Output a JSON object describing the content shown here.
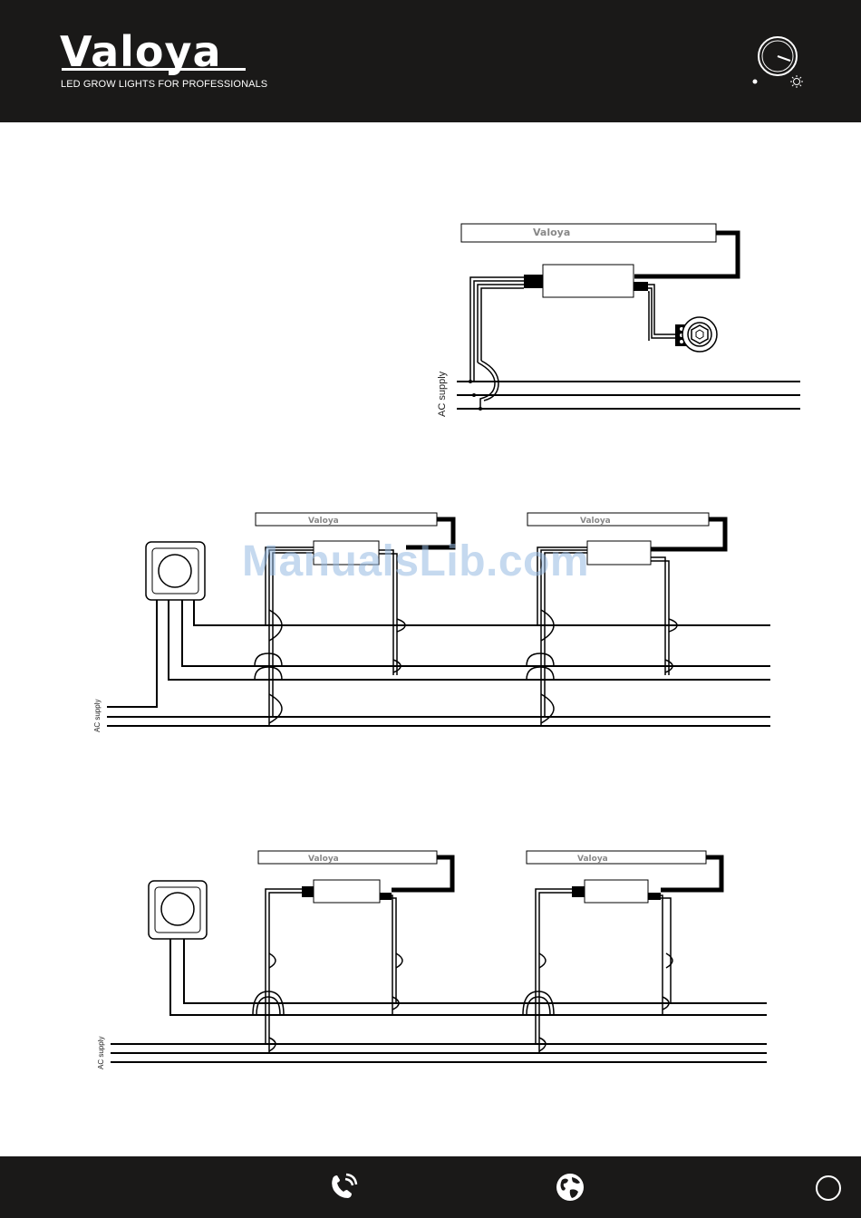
{
  "header": {
    "brand": "Valoya",
    "tagline": "LED GROW LIGHTS FOR PROFESSIONALS"
  },
  "diagrams": {
    "lamp_label": "Valoya",
    "supply_label": "AC supply"
  },
  "watermark": "ManualsLib.com",
  "colors": {
    "bar_background": "#1a1918",
    "wire": "#000000",
    "page": "#ffffff"
  },
  "footer": {
    "icons": [
      "phone-icon",
      "globe-icon",
      "page-circle-icon"
    ]
  }
}
